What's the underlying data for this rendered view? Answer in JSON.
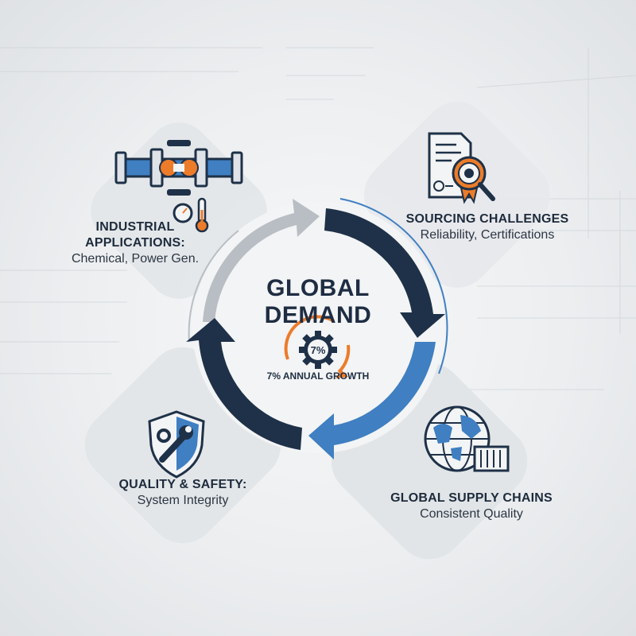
{
  "center": {
    "title_line1": "GLOBAL",
    "title_line2": "DEMAND",
    "badge": "7%",
    "growth": "7% ANNUAL GROWTH"
  },
  "segments": {
    "industrial": {
      "title_line1": "INDUSTRIAL",
      "title_line2": "APPLICATIONS:",
      "subtitle": "Chemical, Power Gen."
    },
    "sourcing": {
      "title": "SOURCING CHALLENGES",
      "subtitle": "Reliability, Certifications"
    },
    "quality": {
      "title": "QUALITY & SAFETY:",
      "subtitle": "System Integrity"
    },
    "supply": {
      "title": "GLOBAL SUPPLY CHAINS",
      "subtitle": "Consistent Quality"
    }
  },
  "icons": {
    "industrial": [
      "pipe-valve-icon",
      "pressure-gauge-icon",
      "thermometer-icon"
    ],
    "sourcing": "certificate-gear-magnifier-icon",
    "quality": "shield-wrench-icon",
    "supply": "globe-container-icon",
    "center": "gear-percent-icon"
  },
  "colors": {
    "navy": "#1e3148",
    "blue": "#3f7fc2",
    "gray_arrow": "#b9bec4",
    "orange": "#ec7c2a"
  }
}
